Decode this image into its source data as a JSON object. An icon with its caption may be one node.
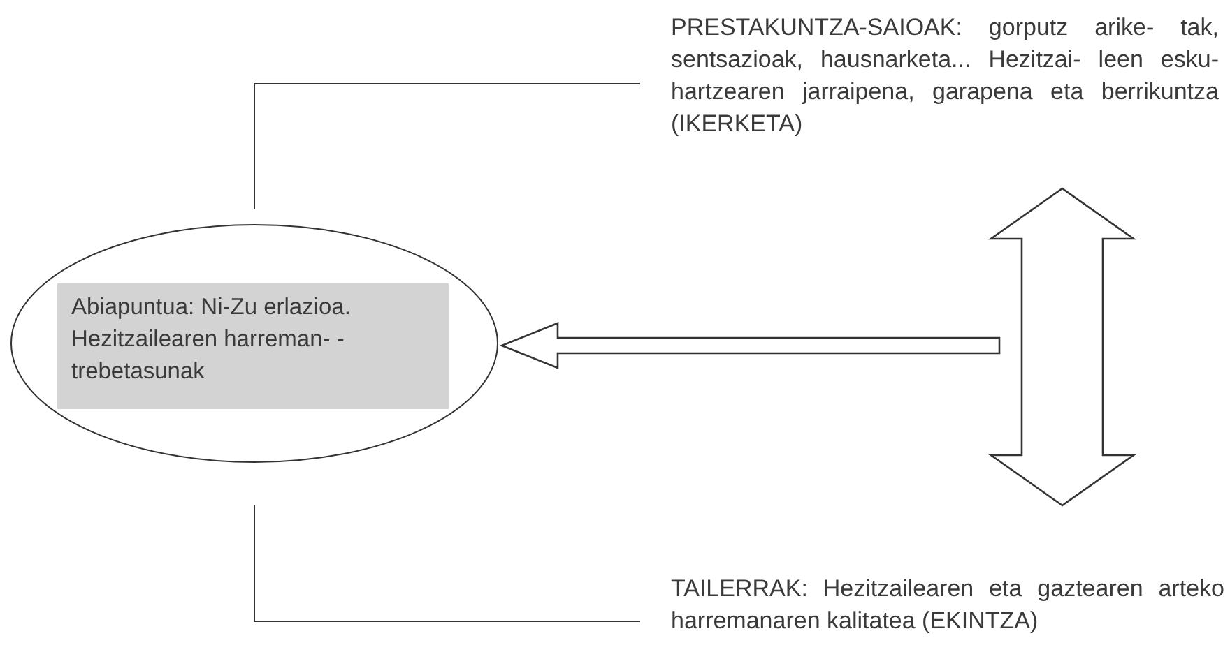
{
  "diagram": {
    "nodes": [
      {
        "text": [],
        "shape": "circle"
      },
      {
        "text": [
          "Abiapuntua: Ni-Zu erlazioa. Hezitzailearen harreman- -trebetasunak"
        ],
        "in": 0
      },
      {
        "text": [
          "PRESTAKUNTZA-SAIOAK: gorputz arike- tak, sentsazioak, hausnarketa... Hezitzai- leen esku-hartzearen jarraipena, garapena eta berrikuntza (IKERKETA)"
        ]
      },
      {
        "text": [
          "TAILERRAK: Hezitzailearen eta gaztearen arteko harremanaren kalitatea (EKINTZA)"
        ]
      }
    ],
    "edges": [
      {
        "from": 2,
        "to": 0,
        "arrow": "none"
      },
      {
        "from": 3,
        "to": 0,
        "arrow": "none"
      },
      {
        "from": 2,
        "to": 3,
        "arrow": "both",
        "style": "thick"
      },
      {
        "from": null,
        "to": 0,
        "arrow": "to",
        "style": "thick"
      }
    ]
  }
}
